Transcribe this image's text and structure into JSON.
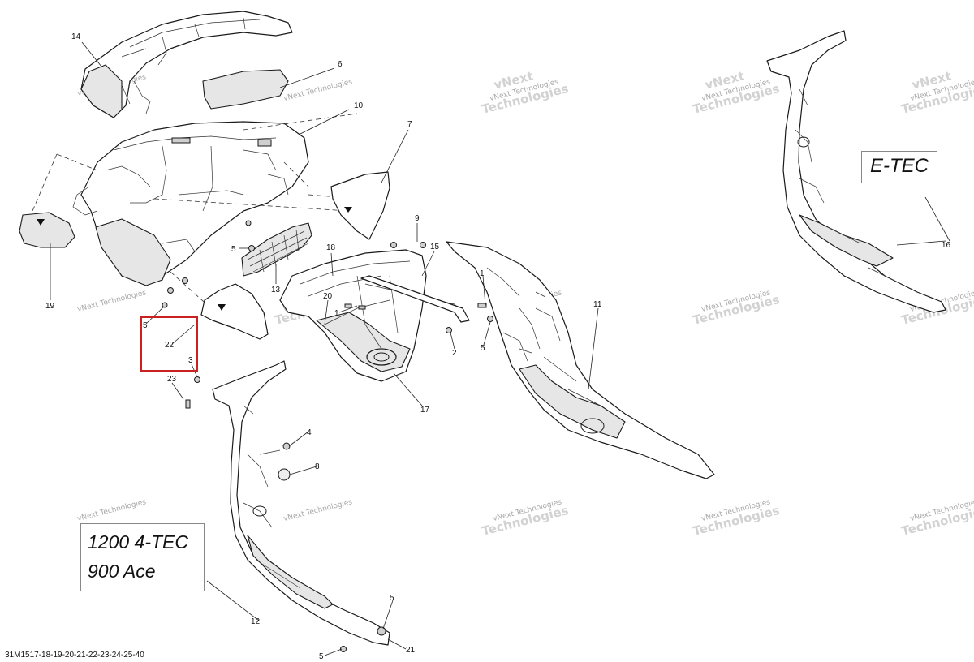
{
  "diagram": {
    "reference_code": "31M1517-18-19-20-21-22-23-24-25-40",
    "engine_labels": {
      "left": [
        "1200 4-TEC",
        "900 Ace"
      ],
      "right": "E-TEC"
    },
    "watermark_text": [
      "vNext Technologies",
      "vNext",
      "Technologies"
    ],
    "highlight_color": "#cc1f1f",
    "callouts": [
      {
        "id": "c14",
        "text": "14"
      },
      {
        "id": "c6",
        "text": "6"
      },
      {
        "id": "c10",
        "text": "10"
      },
      {
        "id": "c7",
        "text": "7"
      },
      {
        "id": "c9",
        "text": "9"
      },
      {
        "id": "c15",
        "text": "15"
      },
      {
        "id": "c18",
        "text": "18"
      },
      {
        "id": "c5a",
        "text": "5"
      },
      {
        "id": "c13",
        "text": "13"
      },
      {
        "id": "c19",
        "text": "19"
      },
      {
        "id": "c5b",
        "text": "5"
      },
      {
        "id": "c22",
        "text": "22"
      },
      {
        "id": "c3",
        "text": "3"
      },
      {
        "id": "c23",
        "text": "23"
      },
      {
        "id": "c20",
        "text": "20"
      },
      {
        "id": "c1a",
        "text": "1"
      },
      {
        "id": "c1b",
        "text": "1"
      },
      {
        "id": "c2",
        "text": "2"
      },
      {
        "id": "c5c",
        "text": "5"
      },
      {
        "id": "c11",
        "text": "11"
      },
      {
        "id": "c17",
        "text": "17"
      },
      {
        "id": "c4",
        "text": "4"
      },
      {
        "id": "c8",
        "text": "8"
      },
      {
        "id": "c12",
        "text": "12"
      },
      {
        "id": "c5d",
        "text": "5"
      },
      {
        "id": "c5e",
        "text": "5"
      },
      {
        "id": "c21",
        "text": "21"
      },
      {
        "id": "c16",
        "text": "16"
      }
    ]
  }
}
